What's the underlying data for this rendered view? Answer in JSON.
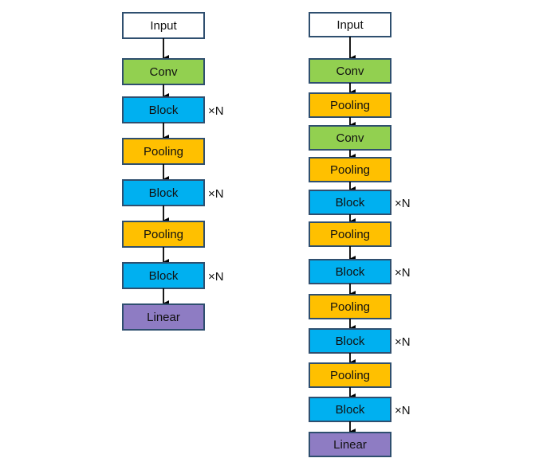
{
  "colors": {
    "Input": "#ffffff",
    "Conv": "#92d050",
    "Block": "#00b0f0",
    "Pooling": "#ffc000",
    "Linear": "#8e7cc3",
    "border": "#2f4f6f",
    "arrow": "#000000"
  },
  "columns": [
    {
      "name": "left-network",
      "nodes": [
        {
          "label": "Input",
          "kind": "Input"
        },
        {
          "label": "Conv",
          "kind": "Conv"
        },
        {
          "label": "Block",
          "kind": "Block",
          "repeat": "×N"
        },
        {
          "label": "Pooling",
          "kind": "Pooling"
        },
        {
          "label": "Block",
          "kind": "Block",
          "repeat": "×N"
        },
        {
          "label": "Pooling",
          "kind": "Pooling"
        },
        {
          "label": "Block",
          "kind": "Block",
          "repeat": "×N"
        },
        {
          "label": "Linear",
          "kind": "Linear"
        }
      ]
    },
    {
      "name": "right-network",
      "nodes": [
        {
          "label": "Input",
          "kind": "Input"
        },
        {
          "label": "Conv",
          "kind": "Conv"
        },
        {
          "label": "Pooling",
          "kind": "Pooling"
        },
        {
          "label": "Conv",
          "kind": "Conv"
        },
        {
          "label": "Pooling",
          "kind": "Pooling"
        },
        {
          "label": "Block",
          "kind": "Block",
          "repeat": "×N"
        },
        {
          "label": "Pooling",
          "kind": "Pooling"
        },
        {
          "label": "Block",
          "kind": "Block",
          "repeat": "×N"
        },
        {
          "label": "Pooling",
          "kind": "Pooling"
        },
        {
          "label": "Block",
          "kind": "Block",
          "repeat": "×N"
        },
        {
          "label": "Pooling",
          "kind": "Pooling"
        },
        {
          "label": "Block",
          "kind": "Block",
          "repeat": "×N"
        },
        {
          "label": "Linear",
          "kind": "Linear"
        }
      ]
    }
  ]
}
